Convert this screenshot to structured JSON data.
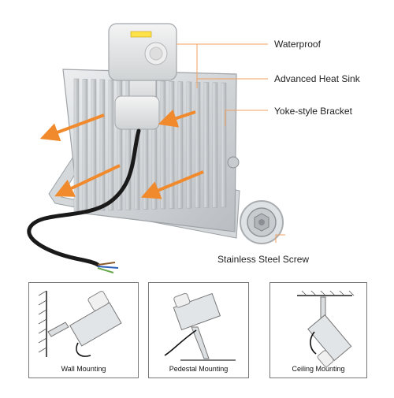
{
  "callouts": {
    "waterproof": "Waterproof",
    "heat_sink": "Advanced Heat Sink",
    "bracket": "Yoke-style Bracket",
    "screw": "Stainless Steel Screw"
  },
  "mounting": [
    {
      "label": "Wall Mounting"
    },
    {
      "label": "Pedestal Mounting"
    },
    {
      "label": "Ceiling Mounting"
    }
  ],
  "colors": {
    "arrow": "#f08a2c",
    "housing": "#d9dcdf",
    "fin": "#c4c8cc",
    "sensor_lens": "#e9e9e9",
    "cable": "#1a1a1a",
    "callout_line": "#f0a060"
  }
}
